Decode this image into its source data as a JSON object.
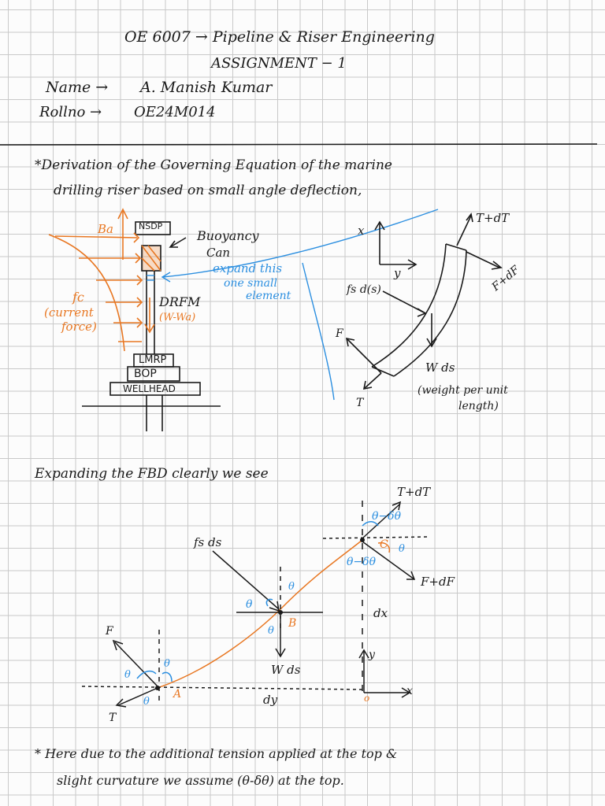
{
  "header": {
    "course": "OE 6007 → Pipeline & Riser Engineering",
    "assignment": "ASSIGNMENT − 1",
    "name_label": "Name →",
    "name_value": "A. Manish Kumar",
    "roll_label": "Rollno →",
    "roll_value": "OE24M014"
  },
  "section1": {
    "line1": "*Derivation of the Governing Equation of the marine",
    "line2": "drilling riser based on small angle deflection,"
  },
  "figure1": {
    "ba": "Ba",
    "nsdp": "NSDP",
    "buoyancy_can": "Buoyancy",
    "buoyancy_can2": "Can",
    "drfm": "DRFM",
    "w_wa": "(W-Wa)",
    "fc1": "fc",
    "fc2": "(current",
    "fc3": "force)",
    "lmrp": "LMRP",
    "bop": "BOP",
    "wellhead": "WELLHEAD",
    "expand1": "expand this",
    "expand2": "one small",
    "expand3": "element",
    "x": "x",
    "y": "y",
    "t_dt": "T+dT",
    "f_df": "F+dF",
    "fs_ds": "fs d(s)",
    "f": "F",
    "t": "T",
    "w_ds": "W ds",
    "weight_note1": "(weight per unit",
    "weight_note2": "length)"
  },
  "section2": {
    "heading": "Expanding the FBD clearly we see"
  },
  "figure2": {
    "t_dt": "T+dT",
    "theta_minus": "θ−δθ",
    "theta_minus2": "θ−δθ",
    "c": "C",
    "theta": "θ",
    "f_df": "F+dF",
    "fs_ds": "fs ds",
    "theta_b1": "θ",
    "theta_b2": "θ",
    "theta_b3": "θ",
    "b": "B",
    "w_ds": "W ds",
    "dx": "dx",
    "y": "y",
    "x": "x",
    "o": "o",
    "f": "F",
    "t": "T",
    "a": "A",
    "theta_a1": "θ",
    "theta_a2": "θ",
    "theta_a3": "θ",
    "dy": "dy"
  },
  "footer": {
    "line1": "* Here due to the additional tension applied at the top &",
    "line2": "slight curvature we assume (θ-δθ) at the top."
  },
  "colors": {
    "ink": "#1a1a1a",
    "orange": "#e87722",
    "blue": "#2c8fe0",
    "grid": "#c9c9c9"
  }
}
